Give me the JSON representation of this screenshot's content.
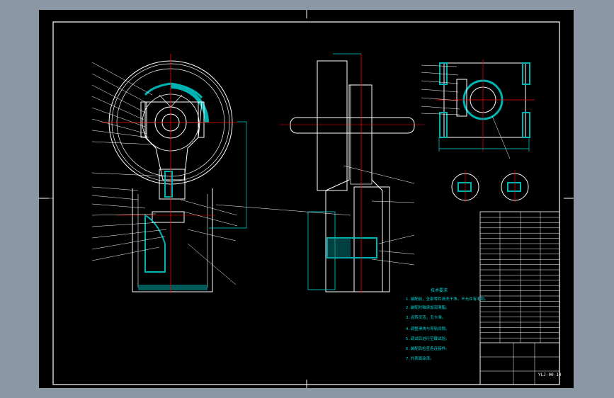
{
  "drawing": {
    "notes_title": "技术要求",
    "notes": [
      "1.装配前，全部零件清洗干净。不允许有毛刺。",
      "2.装配时轴承加润滑脂。",
      "3.运转灵活，无卡滞。",
      "4.调整滑块与导轨间隙。",
      "5.调试后进行空载试验。",
      "6.装配后检查各连接件。",
      "7.外表面涂漆。"
    ],
    "drawing_number": "YLJ-00-10"
  },
  "colors": {
    "background": "#8c97a6",
    "sheet": "#000000",
    "outline": "#ffffff",
    "centerline": "#ff0000",
    "section": "#00b3b3",
    "dimension": "#00d7d7",
    "leader": "#ffffff"
  }
}
